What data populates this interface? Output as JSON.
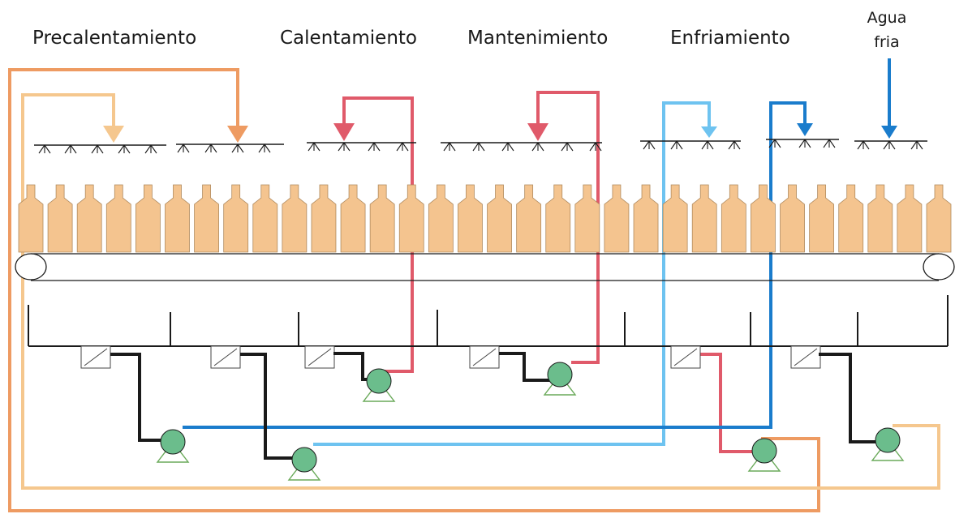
{
  "labels": {
    "precalentamiento": "Precalentamiento",
    "calentamiento": "Calentamiento",
    "mantenimiento": "Mantenimiento",
    "enfriamiento": "Enfriamiento",
    "agua_line1": "Agua",
    "agua_line2": "fria"
  },
  "colors": {
    "orange_loop": "#ee9b62",
    "peach_loop": "#f5c78e",
    "red_loop": "#e05a6a",
    "light_blue_loop": "#6ec3f0",
    "dark_blue_loop": "#1a7ccc",
    "bottle_fill": "#f4c48f",
    "pump_fill": "#6bbd8c",
    "pump_stand": "#6aaa5a"
  },
  "bottle_count": 32
}
